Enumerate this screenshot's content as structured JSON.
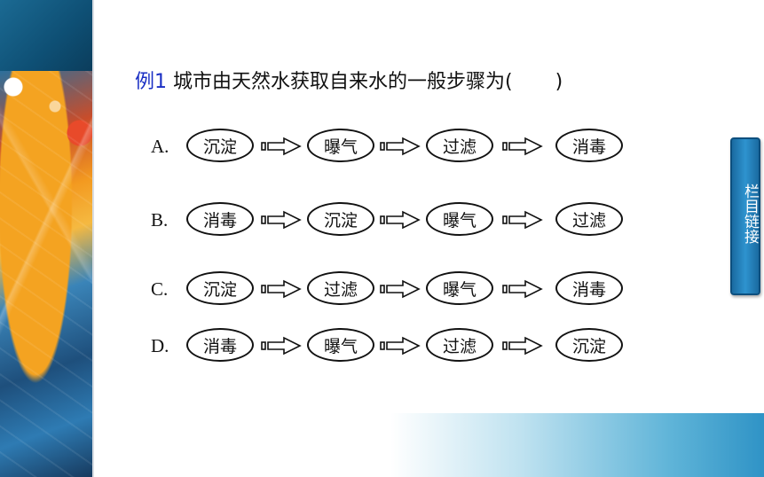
{
  "question": {
    "tag": "例1",
    "text": "城市由天然水获取自来水的一般步骤为(",
    "close": ")"
  },
  "options": [
    {
      "letter": "A.",
      "steps": [
        "沉淀",
        "曝气",
        "过滤",
        "消毒"
      ]
    },
    {
      "letter": "B.",
      "steps": [
        "消毒",
        "沉淀",
        "曝气",
        "过滤"
      ]
    },
    {
      "letter": "C.",
      "steps": [
        "沉淀",
        "过滤",
        "曝气",
        "消毒"
      ]
    },
    {
      "letter": "D.",
      "steps": [
        "消毒",
        "曝气",
        "过滤",
        "沉淀"
      ]
    }
  ],
  "nav": {
    "label": "栏目链接"
  },
  "colors": {
    "accent": "#1a2fc4",
    "nav": "#2e93cf",
    "dark_blue": "#0e4f74"
  }
}
